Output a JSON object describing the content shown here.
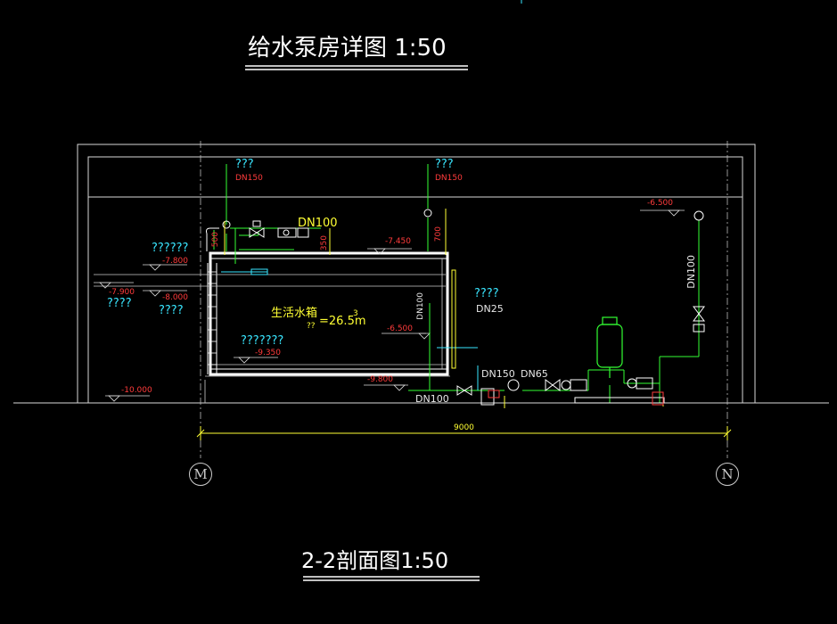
{
  "titles": {
    "main": "给水泵房详图 1:50",
    "section": "2-2剖面图1:50"
  },
  "labels": {
    "q3_left": "???",
    "q3_right": "???",
    "dn150_left": "DN150",
    "dn150_right": "DN150",
    "dn100_top": "DN100",
    "dim_500": "500",
    "dim_350": "350",
    "dim_700": "700",
    "el_7450": "-7.450",
    "el_6500_top": "-6.500",
    "q6_a": "??????",
    "el_7800": "-7.800",
    "el_7900": "-7.900",
    "el_8000": "-8.000",
    "q4_a": "????",
    "q4_b": "????",
    "dn100_vert_tank": "DN100",
    "q4_c": "????",
    "dn25": "DN25",
    "tank_name": "生活水箱",
    "tank_v_prefix": "??",
    "tank_volume": "=26.5m",
    "tank_volume_sup": "3",
    "el_6500_mid": "-6.500",
    "q7": "???????",
    "el_9350": "-9.350",
    "el_9800": "-9.800",
    "el_10000": "-10.000",
    "dn100_bottom": "DN100",
    "dn150_pipe": "DN150",
    "dn65": "DN65",
    "dn100_vert_right": "DN100",
    "dim_9000": "9000",
    "axis_m": "M",
    "axis_n": "N"
  },
  "colors": {
    "background": "#000000",
    "white_line": "#ffffff",
    "green_pipe": "#33ff33",
    "cyan_text": "#39e6ff",
    "red_text": "#ff3b3b",
    "yellow_dim": "#ffff33"
  }
}
